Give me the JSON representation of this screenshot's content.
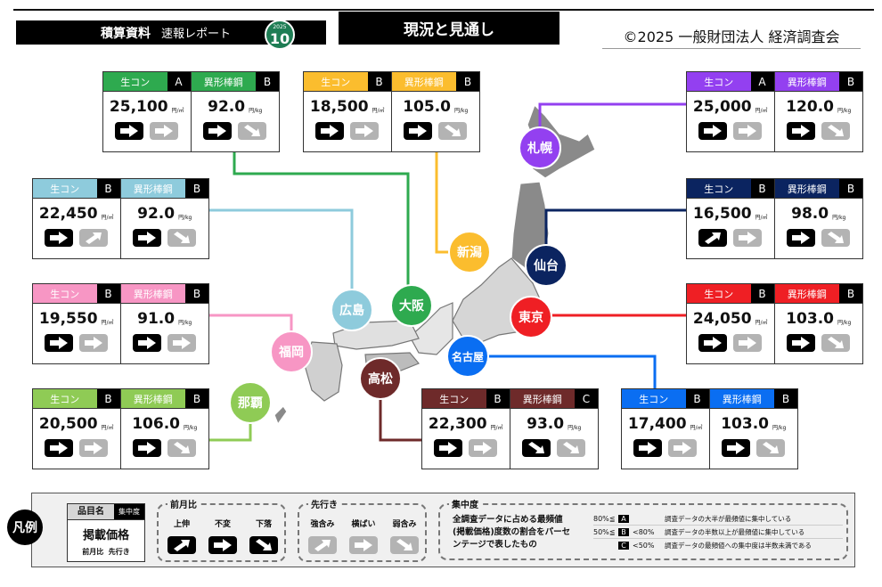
{
  "header": {
    "title": "積算資料",
    "subtitle": "速報レポート",
    "badge_year": "2025",
    "badge_month": "10",
    "section": "現況と見通し",
    "publisher": "©2025 一般財団法人 経済調査会"
  },
  "colors": {
    "osaka": "#2eaa4f",
    "niigata": "#fbbd2e",
    "hiroshima": "#8ecbdc",
    "fukuoka": "#f796c4",
    "naha": "#8fcb55",
    "sapporo": "#9340f0",
    "sendai": "#0b2460",
    "tokyo": "#ef1f24",
    "nagoya": "#0a6ef2",
    "takamatsu": "#6e2a2a"
  },
  "units": {
    "concrete": "円/㎥",
    "rebar": "円/kg"
  },
  "cities": [
    {
      "id": "osaka",
      "name": "大阪",
      "items": [
        {
          "label": "生コン",
          "grade": "A",
          "price": "25,100",
          "unit": "円/㎥",
          "mom": "flat",
          "outlook": "flat"
        },
        {
          "label": "異形棒鋼",
          "grade": "B",
          "price": "92.0",
          "unit": "円/kg",
          "mom": "flat",
          "outlook": "down"
        }
      ]
    },
    {
      "id": "niigata",
      "name": "新潟",
      "items": [
        {
          "label": "生コン",
          "grade": "B",
          "price": "18,500",
          "unit": "円/㎥",
          "mom": "flat",
          "outlook": "flat"
        },
        {
          "label": "異形棒鋼",
          "grade": "B",
          "price": "105.0",
          "unit": "円/kg",
          "mom": "flat",
          "outlook": "down"
        }
      ]
    },
    {
      "id": "hiroshima",
      "name": "広島",
      "items": [
        {
          "label": "生コン",
          "grade": "B",
          "price": "22,450",
          "unit": "円/㎥",
          "mom": "flat",
          "outlook": "up"
        },
        {
          "label": "異形棒鋼",
          "grade": "B",
          "price": "92.0",
          "unit": "円/kg",
          "mom": "flat",
          "outlook": "down"
        }
      ]
    },
    {
      "id": "fukuoka",
      "name": "福岡",
      "items": [
        {
          "label": "生コン",
          "grade": "B",
          "price": "19,550",
          "unit": "円/㎥",
          "mom": "flat",
          "outlook": "flat"
        },
        {
          "label": "異形棒鋼",
          "grade": "B",
          "price": "91.0",
          "unit": "円/kg",
          "mom": "flat",
          "outlook": "flat"
        }
      ]
    },
    {
      "id": "naha",
      "name": "那覇",
      "items": [
        {
          "label": "生コン",
          "grade": "B",
          "price": "20,500",
          "unit": "円/㎥",
          "mom": "flat",
          "outlook": "flat"
        },
        {
          "label": "異形棒鋼",
          "grade": "B",
          "price": "106.0",
          "unit": "円/kg",
          "mom": "flat",
          "outlook": "down"
        }
      ]
    },
    {
      "id": "sapporo",
      "name": "札幌",
      "items": [
        {
          "label": "生コン",
          "grade": "A",
          "price": "25,000",
          "unit": "円/㎥",
          "mom": "flat",
          "outlook": "flat"
        },
        {
          "label": "異形棒鋼",
          "grade": "B",
          "price": "120.0",
          "unit": "円/kg",
          "mom": "flat",
          "outlook": "down"
        }
      ]
    },
    {
      "id": "sendai",
      "name": "仙台",
      "items": [
        {
          "label": "生コン",
          "grade": "B",
          "price": "16,500",
          "unit": "円/㎥",
          "mom": "up",
          "outlook": "flat"
        },
        {
          "label": "異形棒鋼",
          "grade": "B",
          "price": "98.0",
          "unit": "円/kg",
          "mom": "flat",
          "outlook": "down"
        }
      ]
    },
    {
      "id": "tokyo",
      "name": "東京",
      "items": [
        {
          "label": "生コン",
          "grade": "B",
          "price": "24,050",
          "unit": "円/㎥",
          "mom": "flat",
          "outlook": "flat"
        },
        {
          "label": "異形棒鋼",
          "grade": "B",
          "price": "103.0",
          "unit": "円/kg",
          "mom": "flat",
          "outlook": "down"
        }
      ]
    },
    {
      "id": "nagoya",
      "name": "名古屋",
      "items": [
        {
          "label": "生コン",
          "grade": "B",
          "price": "17,400",
          "unit": "円/㎥",
          "mom": "flat",
          "outlook": "flat"
        },
        {
          "label": "異形棒鋼",
          "grade": "B",
          "price": "103.0",
          "unit": "円/kg",
          "mom": "flat",
          "outlook": "down"
        }
      ]
    },
    {
      "id": "takamatsu",
      "name": "高松",
      "items": [
        {
          "label": "生コン",
          "grade": "B",
          "price": "22,300",
          "unit": "円/㎥",
          "mom": "flat",
          "outlook": "flat"
        },
        {
          "label": "異形棒鋼",
          "grade": "C",
          "price": "93.0",
          "unit": "円/kg",
          "mom": "down",
          "outlook": "down"
        }
      ]
    }
  ],
  "legend": {
    "title": "凡例",
    "sample_name": "品目名",
    "sample_grade": "集中度",
    "sample_price": "掲載価格",
    "sample_mom": "前月比",
    "sample_outlook": "先行き",
    "mom_title": "前月比",
    "mom": [
      "上伸",
      "不変",
      "下落"
    ],
    "outlook_title": "先行き",
    "outlook": [
      "強含み",
      "横ばい",
      "弱含み"
    ],
    "conc_title": "集中度",
    "conc_desc": [
      "全調査データに占める最頻値",
      "(掲載価格)度数の割合をパーセ",
      "ンテージで表したもの"
    ],
    "conc_rows": [
      {
        "low": "80%≦",
        "grade": "A",
        "high": "",
        "desc": "調査データの大半が最頻値に集中している"
      },
      {
        "low": "50%≦",
        "grade": "B",
        "high": "<80%",
        "desc": "調査データの半数以上が最頻値に集中している"
      },
      {
        "low": "",
        "grade": "C",
        "high": "<50%",
        "desc": "調査データの最頻値への集中度は半数未満である"
      }
    ]
  }
}
